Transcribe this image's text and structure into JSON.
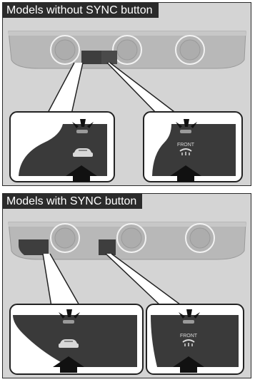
{
  "panels": [
    {
      "title": "Models without SYNC button"
    },
    {
      "title": "Models with SYNC button"
    }
  ],
  "icons": {
    "callout_left": "rear-defrost-icon",
    "callout_right": "front-defrost-icon",
    "front_label": "FRONT"
  },
  "colors": {
    "panel_bg": "#d4d4d4",
    "console": "#b8b8b8",
    "button_dark": "#3e3e3e",
    "title_bg": "#2b2b2b"
  }
}
